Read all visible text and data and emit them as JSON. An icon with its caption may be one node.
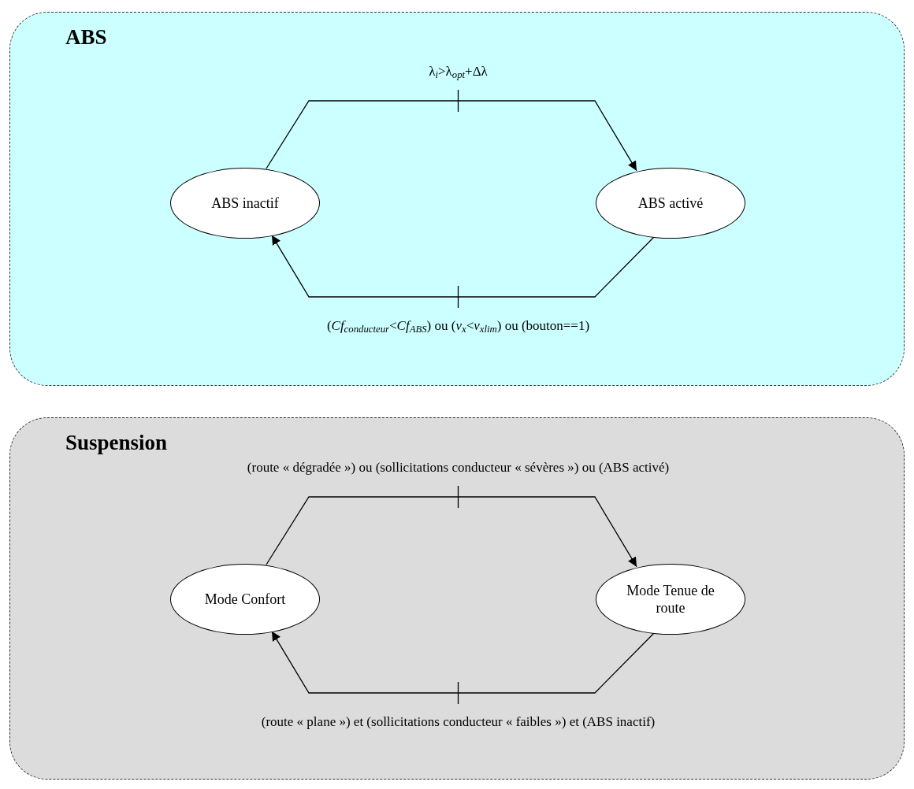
{
  "diagram": {
    "nodes": [
      {
        "text": [
          "ABS"
        ]
      },
      {
        "text": [
          "ABS inactif"
        ],
        "in": 0
      },
      {
        "text": [
          "ABS activé"
        ],
        "in": 0
      },
      {
        "text": [
          "Suspension"
        ]
      },
      {
        "text": [
          "Mode Confort"
        ],
        "in": 3
      },
      {
        "text": [
          "Mode Tenue de route"
        ],
        "in": 3
      }
    ],
    "edges": [
      {
        "from": 1,
        "to": 2,
        "arrow": "to",
        "label": "λ$_{i}$>λ$_{opt}$+Δλ"
      },
      {
        "from": 2,
        "to": 1,
        "arrow": "to",
        "label": "(*Cf*$_{conducteur}$<*Cf*$_{ABS}$) ou (*v*$_{x}$<*v*$_{xlim}$) ou (bouton==1)"
      },
      {
        "from": 4,
        "to": 5,
        "arrow": "to",
        "label": "(route « dégradée ») ou (sollicitations conducteur « sévères ») ou (ABS activé)"
      },
      {
        "from": 5,
        "to": 4,
        "arrow": "to",
        "label": "(route « plane ») et (sollicitations conducteur « faibles ») et (ABS inactif)"
      }
    ]
  }
}
